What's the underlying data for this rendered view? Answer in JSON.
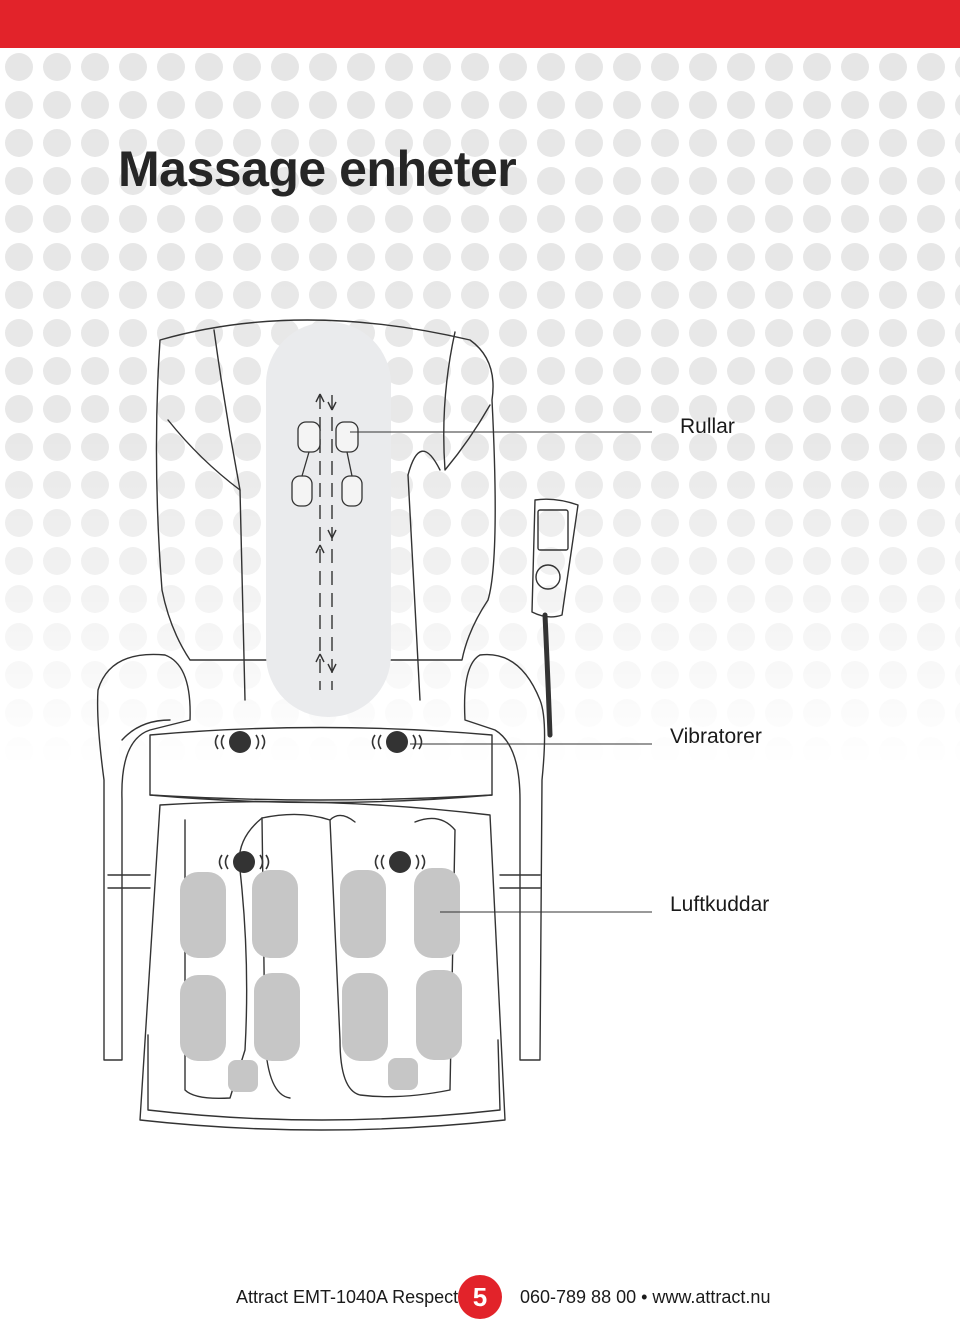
{
  "colors": {
    "brand_red": "#e2232a",
    "dot_pattern": "#e6e6e6",
    "line": "#333333",
    "roller_zone": "#eaebed",
    "airbag": "#c6c6c6",
    "vibrator": "#333333"
  },
  "page": {
    "title": "Massage enheter"
  },
  "callouts": {
    "rollers": "Rullar",
    "vibrators": "Vibratorer",
    "airbags": "Luftkuddar"
  },
  "footer": {
    "product": "Attract EMT-1040A Respect",
    "page_number": "5",
    "contact": "060-789 88 00  •  www.attract.nu"
  }
}
